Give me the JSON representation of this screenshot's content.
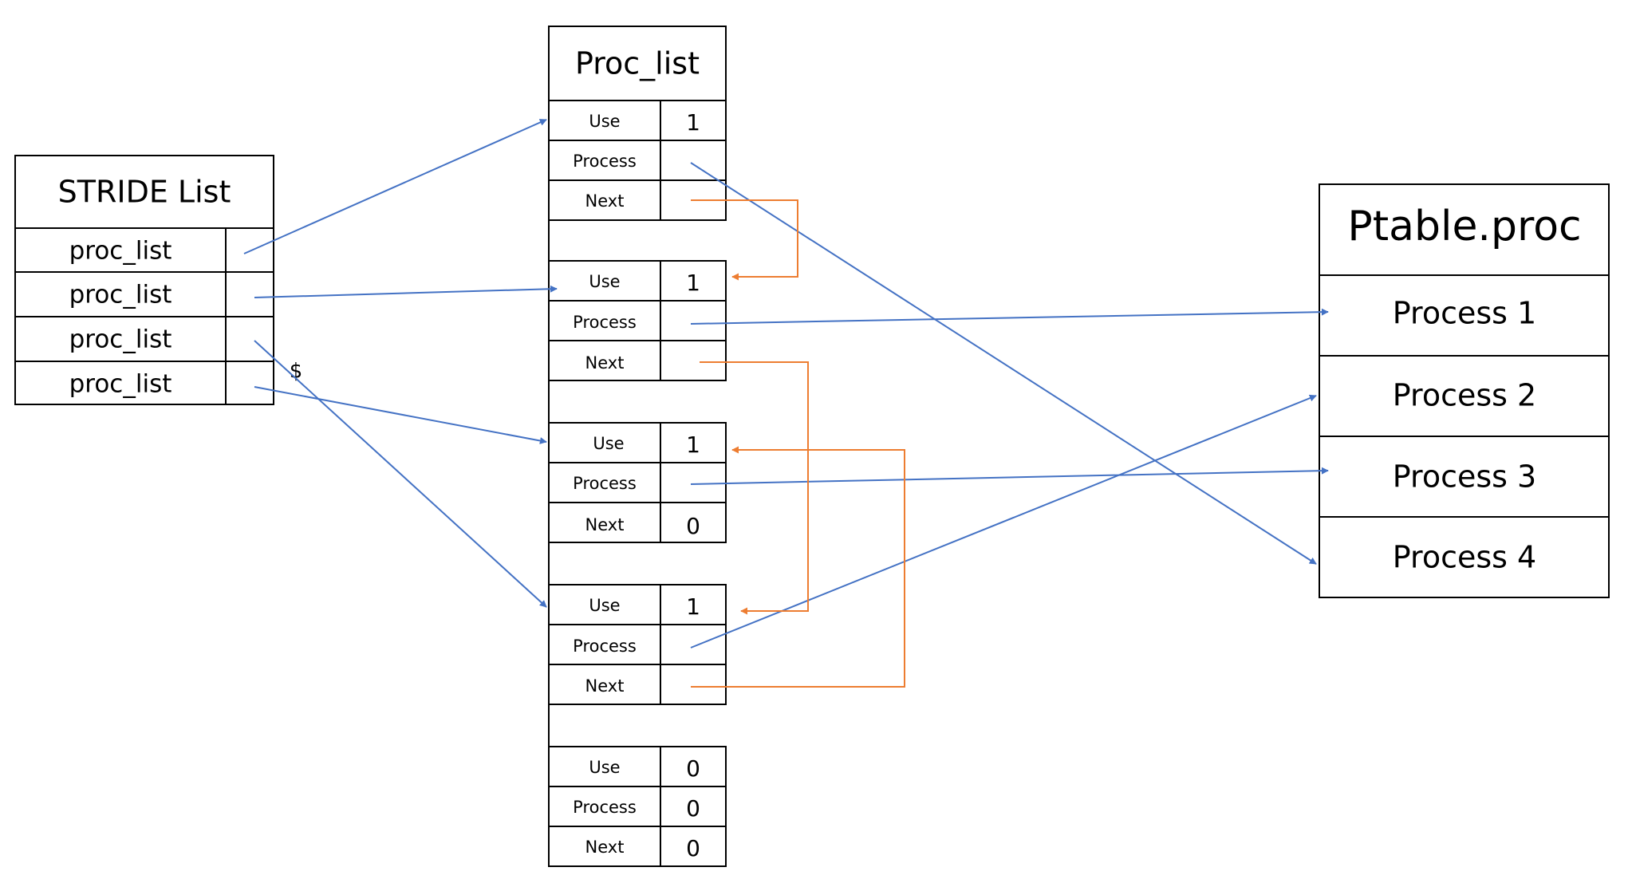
{
  "stride_list": {
    "title": "STRIDE List",
    "rows": [
      "proc_list",
      "proc_list",
      "proc_list",
      "proc_list"
    ]
  },
  "proc_list": {
    "title": "Proc_list",
    "field_labels": [
      "Use",
      "Process",
      "Next"
    ],
    "nodes": [
      {
        "use": "1",
        "process": "",
        "next": ""
      },
      {
        "use": "1",
        "process": "",
        "next": ""
      },
      {
        "use": "1",
        "process": "",
        "next": "0"
      },
      {
        "use": "1",
        "process": "",
        "next": ""
      },
      {
        "use": "0",
        "process": "0",
        "next": "0"
      }
    ]
  },
  "ptable": {
    "title": "Ptable.proc",
    "rows": [
      "Process 1",
      "Process 2",
      "Process 3",
      "Process 4"
    ]
  },
  "stray_mark": "$",
  "colors": {
    "pointer_blue": "#4472C4",
    "next_orange": "#ED7D31",
    "border": "#000000"
  }
}
